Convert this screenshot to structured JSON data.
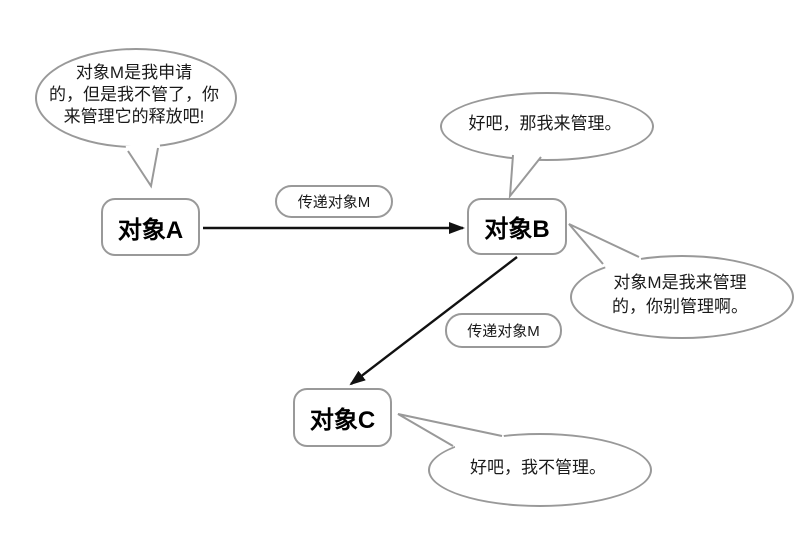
{
  "nodes": {
    "a": {
      "label": "对象A"
    },
    "b": {
      "label": "对象B"
    },
    "c": {
      "label": "对象C"
    }
  },
  "edges": {
    "a_to_b": {
      "label": "传递对象M"
    },
    "b_to_c": {
      "label": "传递对象M"
    }
  },
  "bubbles": {
    "a": {
      "speaker": "对象A",
      "lines": [
        "对象M是我申请",
        "的，但是我不管了，你",
        "来管理它的释放吧!"
      ]
    },
    "b_top": {
      "speaker": "对象B",
      "lines": [
        "好吧，那我来管理。"
      ]
    },
    "b_right": {
      "speaker": "对象B",
      "lines": [
        "对象M是我来管理",
        "的，你别管理啊。"
      ]
    },
    "c": {
      "speaker": "对象C",
      "lines": [
        "好吧，我不管理。"
      ]
    }
  },
  "colors": {
    "outline": "#999999",
    "arrow": "#111111",
    "text": "#1a1a1a",
    "fill": "#ffffff"
  }
}
